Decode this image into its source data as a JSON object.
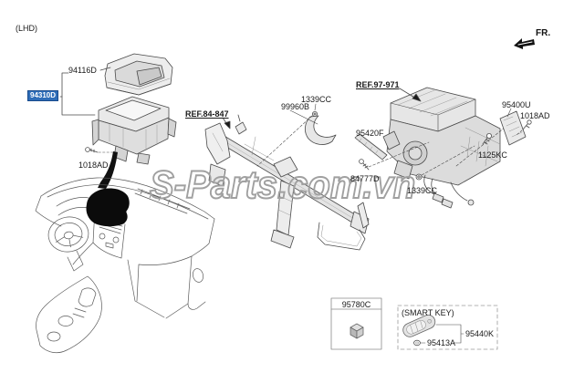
{
  "page": {
    "variant_label": "(LHD)",
    "direction_label": "FR.",
    "watermark": "S-Parts.com.vn"
  },
  "colors": {
    "highlight_bg": "#2e6db8",
    "highlight_border": "#174a8c",
    "line_color": "#4a4a4a",
    "watermark_outline": "#a0a0a0"
  },
  "callouts": {
    "hud_cover": "94116D",
    "hud_unit": "94310D",
    "screw_left": "1018AD",
    "ref_cowl_crossmember": "REF.84-847",
    "bracket_upper": "99960B",
    "nut_upper": "1339CC",
    "ref_heater": "REF.97-971",
    "bracket_side": "95420F",
    "unit_bracket": "95400U",
    "screw_right": "1018AD",
    "bolt_right": "1125KC",
    "screw_center": "84777D",
    "nut_lower": "1339CC"
  },
  "unit_box": {
    "part": "95780C"
  },
  "smart_key": {
    "title": "(SMART KEY)",
    "fob_part": "95440K",
    "battery_part": "95413A"
  }
}
